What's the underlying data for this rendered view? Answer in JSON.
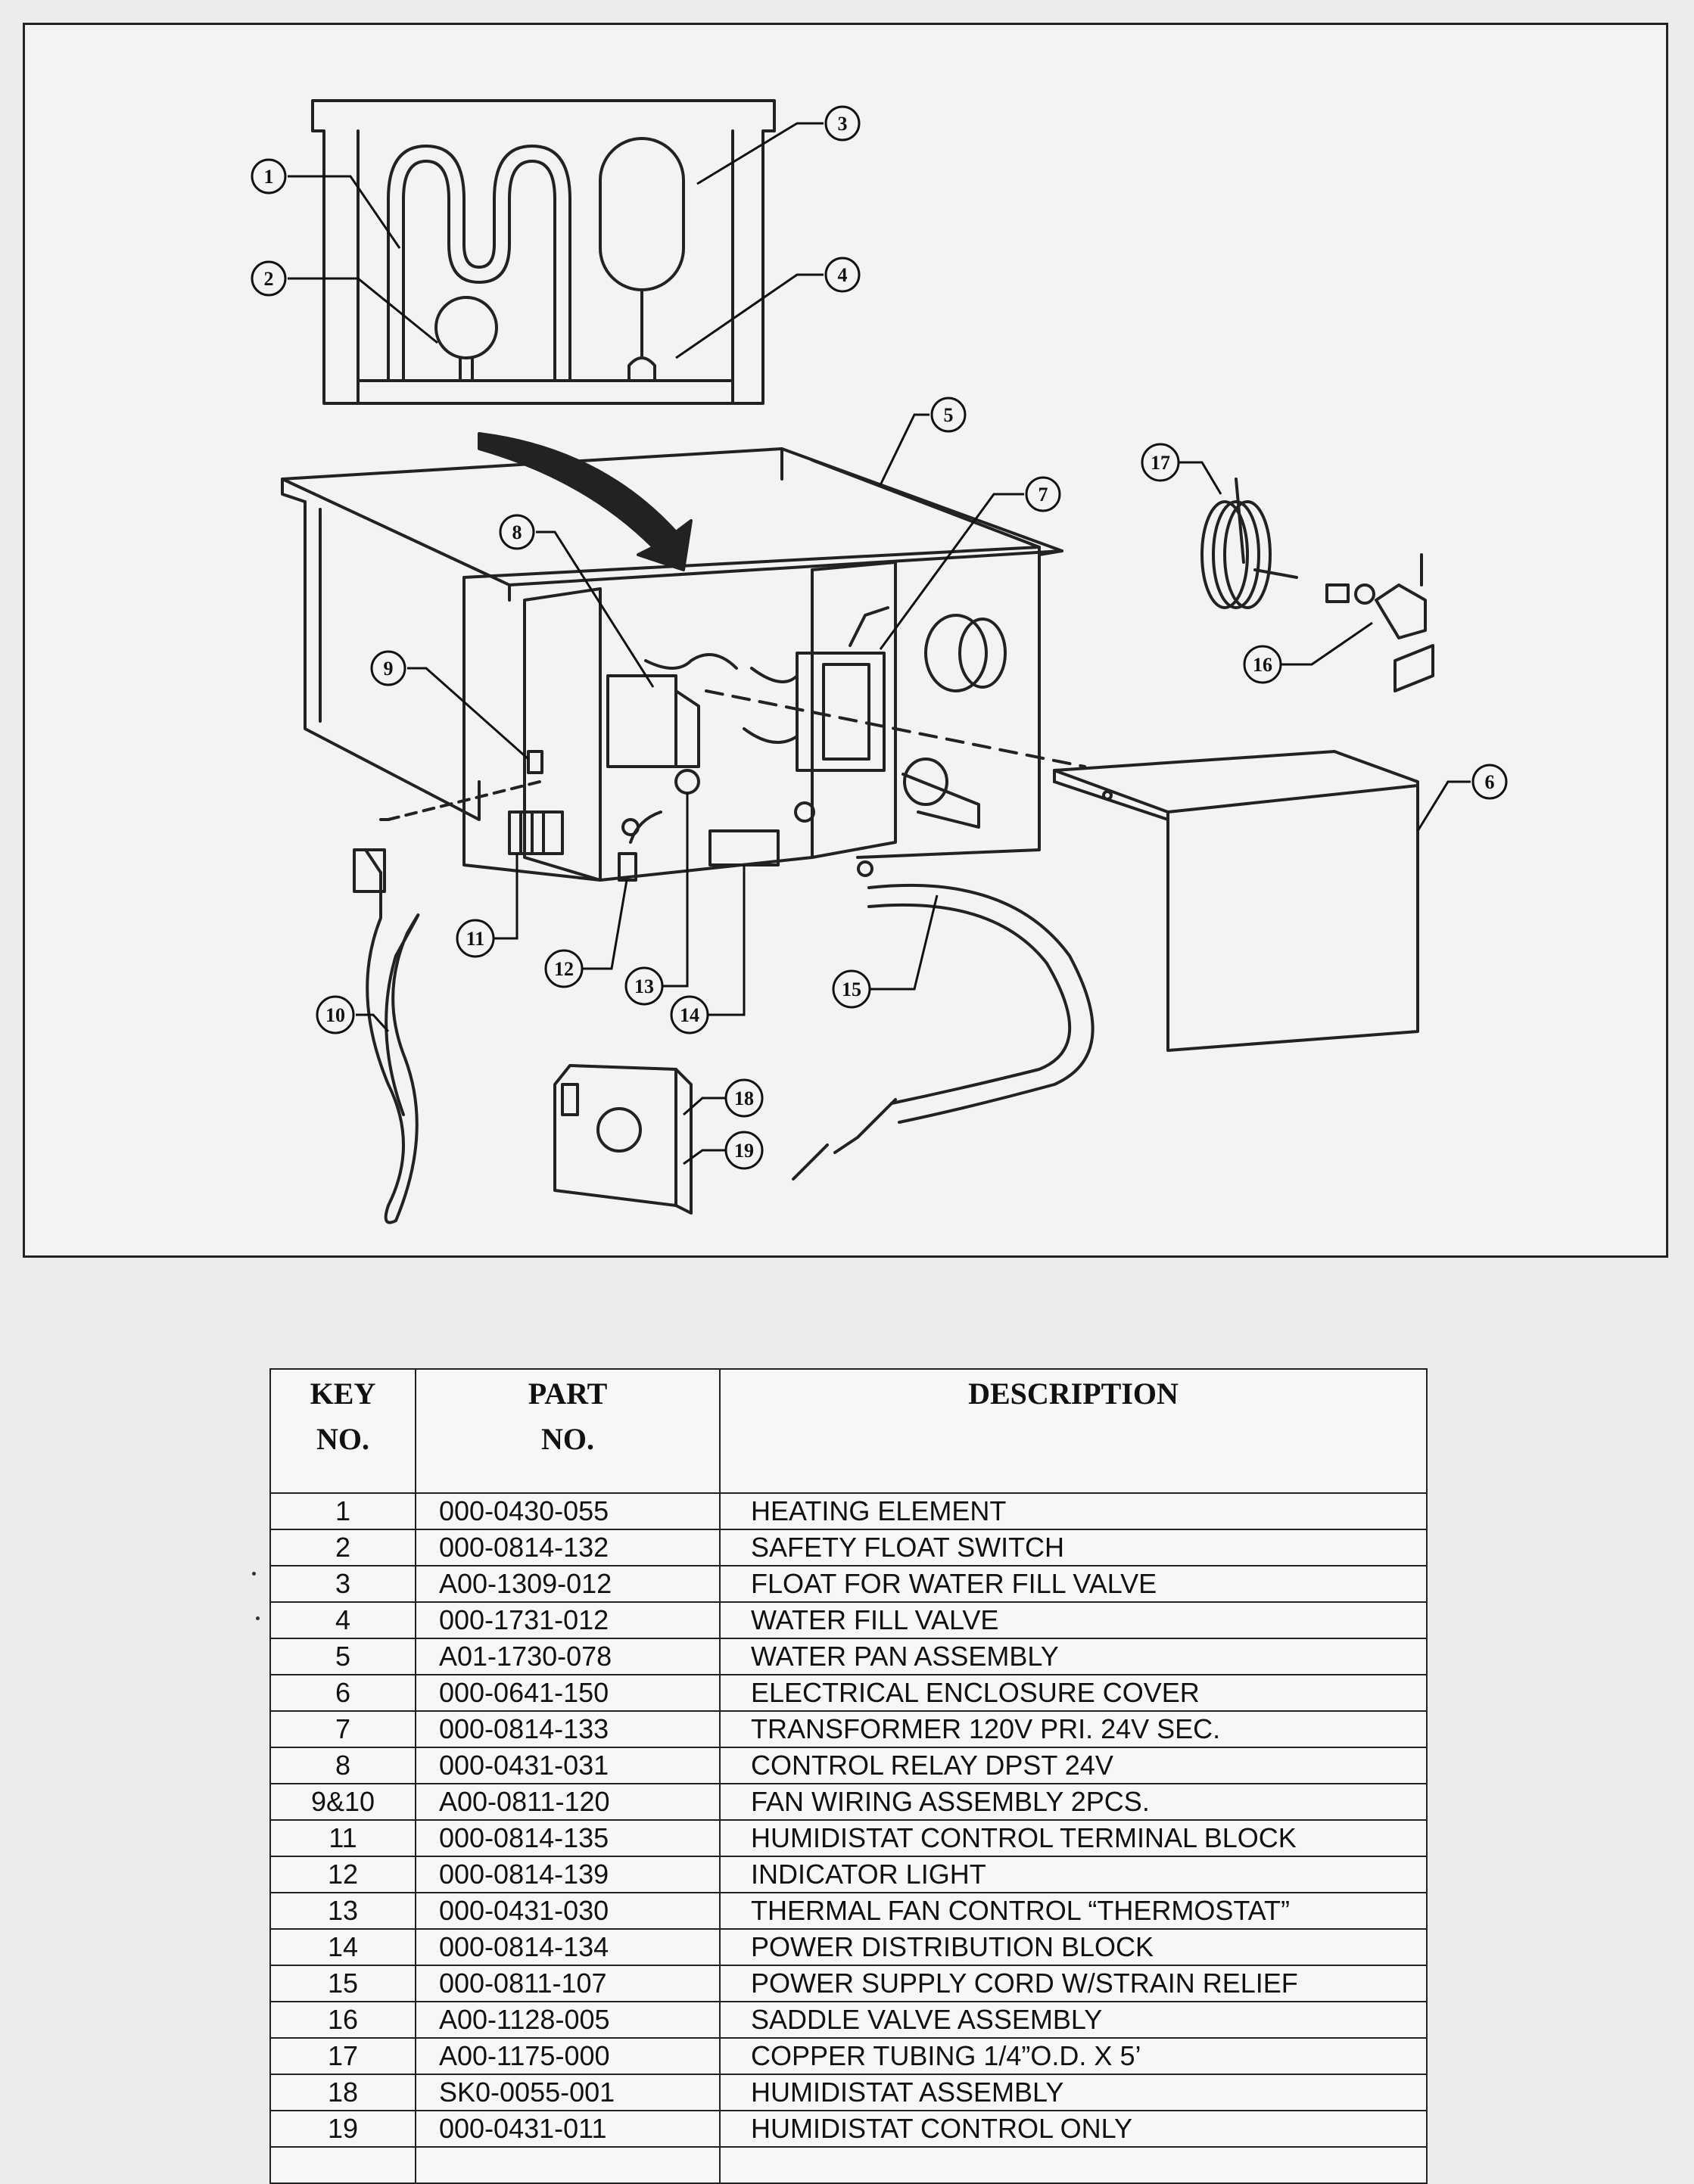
{
  "diagram": {
    "callouts": [
      "1",
      "2",
      "3",
      "4",
      "5",
      "6",
      "7",
      "8",
      "9",
      "10",
      "11",
      "12",
      "13",
      "14",
      "15",
      "16",
      "17",
      "18",
      "19"
    ]
  },
  "table": {
    "headers": {
      "key": [
        "KEY",
        "NO."
      ],
      "part": [
        "PART",
        "NO."
      ],
      "description": [
        "DESCRIPTION"
      ]
    },
    "rows": [
      {
        "key": "1",
        "part": "000-0430-055",
        "description": "HEATING ELEMENT"
      },
      {
        "key": "2",
        "part": "000-0814-132",
        "description": "SAFETY FLOAT SWITCH"
      },
      {
        "key": "3",
        "part": "A00-1309-012",
        "description": "FLOAT FOR WATER FILL VALVE"
      },
      {
        "key": "4",
        "part": "000-1731-012",
        "description": "WATER FILL VALVE"
      },
      {
        "key": "5",
        "part": "A01-1730-078",
        "description": "WATER PAN ASSEMBLY"
      },
      {
        "key": "6",
        "part": "000-0641-150",
        "description": "ELECTRICAL ENCLOSURE COVER"
      },
      {
        "key": "7",
        "part": "000-0814-133",
        "description": "TRANSFORMER 120V PRI. 24V SEC."
      },
      {
        "key": "8",
        "part": "000-0431-031",
        "description": "CONTROL RELAY DPST 24V"
      },
      {
        "key": "9&10",
        "part": "A00-0811-120",
        "description": "FAN WIRING ASSEMBLY 2PCS."
      },
      {
        "key": "11",
        "part": "000-0814-135",
        "description": "HUMIDISTAT CONTROL TERMINAL BLOCK"
      },
      {
        "key": "12",
        "part": "000-0814-139",
        "description": "INDICATOR LIGHT"
      },
      {
        "key": "13",
        "part": "000-0431-030",
        "description": "THERMAL FAN CONTROL “THERMOSTAT”"
      },
      {
        "key": "14",
        "part": "000-0814-134",
        "description": "POWER DISTRIBUTION BLOCK"
      },
      {
        "key": "15",
        "part": "000-0811-107",
        "description": "POWER SUPPLY CORD W/STRAIN RELIEF"
      },
      {
        "key": "16",
        "part": "A00-1128-005",
        "description": "SADDLE VALVE ASSEMBLY"
      },
      {
        "key": "17",
        "part": "A00-1175-000",
        "description": "COPPER TUBING 1/4”O.D. X 5’"
      },
      {
        "key": "18",
        "part": "SK0-0055-001",
        "description": "HUMIDISTAT ASSEMBLY"
      },
      {
        "key": "19",
        "part": "000-0431-011",
        "description": "HUMIDISTAT CONTROL ONLY"
      }
    ]
  }
}
